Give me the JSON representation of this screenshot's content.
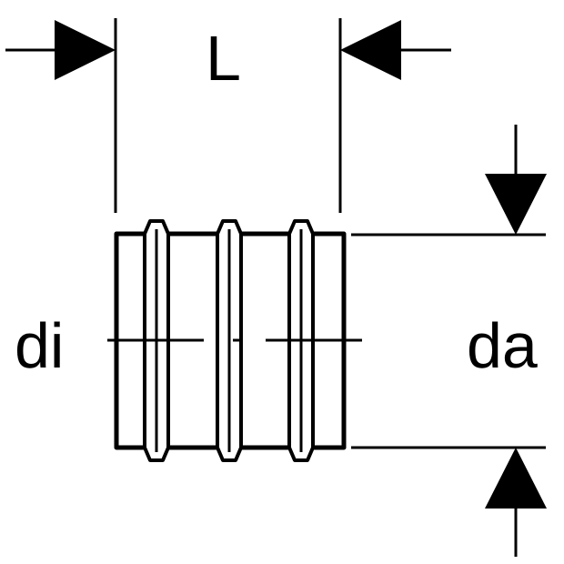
{
  "labels": {
    "length": "L",
    "inner_diameter": "di",
    "outer_diameter": "da"
  },
  "colors": {
    "line": "#000000",
    "background": "#ffffff"
  }
}
